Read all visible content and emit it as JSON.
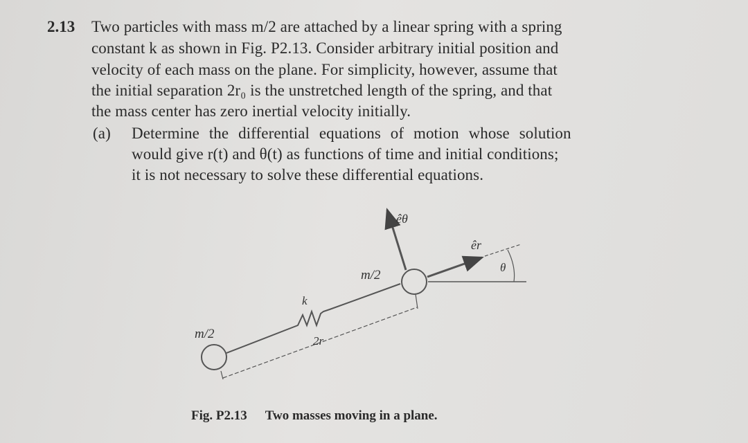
{
  "problem": {
    "number": "2.13",
    "lines": [
      "Two particles with mass m/2 are attached by a linear spring with a spring",
      "constant k as shown in Fig. P2.13. Consider arbitrary initial position and",
      "velocity of each mass on the plane. For simplicity, however, assume that",
      "the initial separation 2r₀ is the unstretched length of the spring, and that",
      "the mass center has zero inertial velocity initially."
    ],
    "part_a": {
      "label": "(a)",
      "lines": [
        "Determine the differential equations of motion whose solution",
        "would give r(t) and θ(t) as functions of time and initial conditions;",
        "it is not necessary to solve these differential equations."
      ]
    }
  },
  "figure": {
    "labels": {
      "e_theta": "êθ",
      "e_r": "êr",
      "theta": "θ",
      "mass_right": "m/2",
      "mass_left": "m/2",
      "spring": "k",
      "separation": "2r"
    },
    "caption_number": "Fig. P2.13",
    "caption_text": "Two masses moving in a plane."
  }
}
